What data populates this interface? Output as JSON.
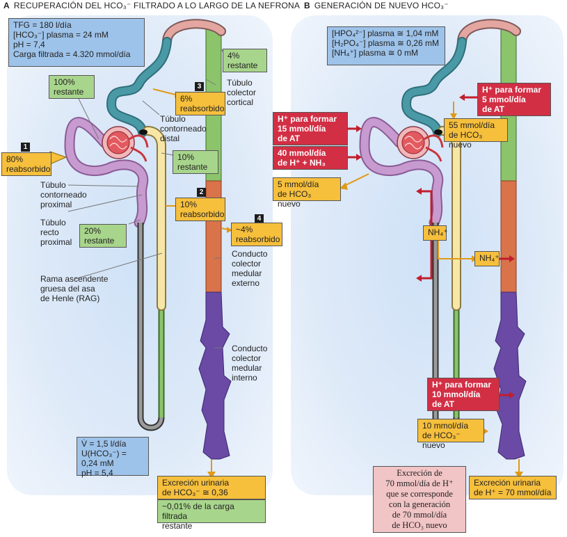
{
  "panel_a": {
    "letter": "A",
    "title": "RECUPERACIÓN DEL HCO₃⁻ FILTRADO A LO LARGO DE LA NEFRONA",
    "plasma_info": [
      "TFG = 180 l/día",
      "[HCO₃⁻] plasma = 24 mM",
      "pH = 7,4",
      "Carga filtrada = 4.320 mmol/día"
    ],
    "step1_num": "1",
    "step1_text": "80%\nreabsorbido",
    "step2_num": "2",
    "step2_text": "10%\nreabsorbido",
    "step3_num": "3",
    "step3_text": "6%\nreabsorbido",
    "step4_num": "4",
    "step4_text": "~4%\nreabsorbido",
    "remain_100": "100%\nrestante",
    "remain_20": "20%\nrestante",
    "remain_10": "10%\nrestante",
    "remain_4": "4%\nrestante",
    "label_tcp": "Túbulo\ncontorneado\nproximal",
    "label_trp": "Túbulo\nrecto\nproximal",
    "label_rag": "Rama ascendente\ngruesa del asa\nde Henle (RAG)",
    "label_tcd": "Túbulo\ncontorneado\ndistal",
    "label_tcc": "Túbulo\ncolector\ncortical",
    "label_ccme": "Conducto\ncolector\nmedular\nexterno",
    "label_ccmi": "Conducto\ncolector\nmedular\ninterno",
    "urine_info": [
      "V̇ = 1,5 l/día",
      "U(HCO₃⁻) = 0,24 mM",
      "pH = 5,4"
    ],
    "excretion": "Excreción urinaria\nde HCO₃⁻ ≅ 0,36 mmol/día",
    "excretion_remain": "~0,01% de la carga filtrada\nrestante"
  },
  "panel_b": {
    "letter": "B",
    "title": "GENERACIÓN DE NUEVO HCO₃⁻",
    "plasma_info": [
      "[HPO₄²⁻] plasma ≅ 1,04 mM",
      "[H₂PO₄⁻] plasma ≅ 0,26 mM",
      "[NH₄⁺] plasma ≅ 0 mM"
    ],
    "h_15": "H⁺ para formar\n15 mmol/día\nde AT",
    "h_40": "40 mmol/día\nde H⁺ + NH₃",
    "hco3_5": "5 mmol/día\nde HCO₃ nuevo",
    "nh4_left": "NH₄⁺",
    "nh4_right": "NH₄⁺",
    "h_5": "H⁺ para formar\n5 mmol/día\nde AT",
    "hco3_55": "55 mmol/día\nde HCO₃ nuevo",
    "h_10": "H⁺ para formar\n10 mmol/día\nde AT",
    "hco3_10": "10 mmol/día\nde HCO₃⁻ nuevo",
    "excretion_h": "Excreción urinaria\nde H⁺ = 70 mmol/día",
    "note": "Excreción de\n70 mmol/día de H⁺\nque se corresponde\ncon la generación\nde 70 mmol/día\nde HCO₃ nuevo"
  },
  "colors": {
    "pink_tubule": "#c79bd0",
    "teal_tubule": "#4a99a6",
    "cream_tubule": "#f7e6a6",
    "green_tubule": "#8cc46b",
    "orange_duct": "#d9734a",
    "purple_duct": "#6a4aa5",
    "red_box": "#d22f45",
    "orange_box": "#f6bf3c",
    "green_box": "#a8d58c",
    "blue_box": "#9ec3ea"
  }
}
